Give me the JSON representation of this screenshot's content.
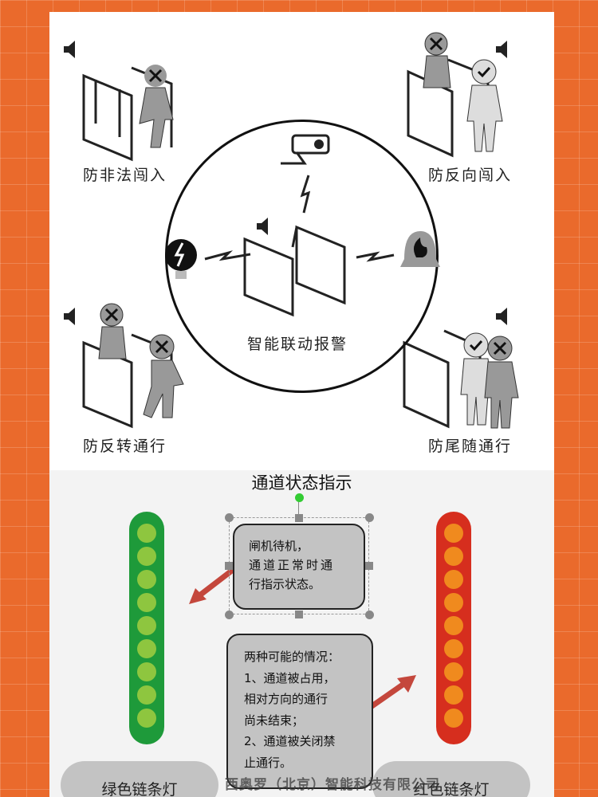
{
  "features": [
    {
      "label": "防非法闯入",
      "icon": "person-cross-icon"
    },
    {
      "label": "防反向闯入",
      "icon": "person-check-cross-icon"
    },
    {
      "label": "防反转通行",
      "icon": "person-cross-icon"
    },
    {
      "label": "防尾随通行",
      "icon": "person-check-cross-icon"
    }
  ],
  "center": {
    "label": "智能联动报警"
  },
  "status": {
    "title": "通道状态指示",
    "box1": [
      "闸机待机，",
      "通道正常时通",
      "行指示状态。"
    ],
    "box2": [
      "两种可能的情况：",
      "1、通道被占用，",
      "相对方向的通行",
      "尚未结束；",
      "2、通道被关闭禁",
      "止通行。"
    ],
    "green_label": "绿色链条灯",
    "red_label": "红色链条灯",
    "green_dots": 9,
    "red_dots": 9
  },
  "watermark": "西奥罗（北京）智能科技有限公司",
  "colors": {
    "bg": "#ea6a2c",
    "green": "#1e9a3a",
    "red": "#d62e1e"
  }
}
